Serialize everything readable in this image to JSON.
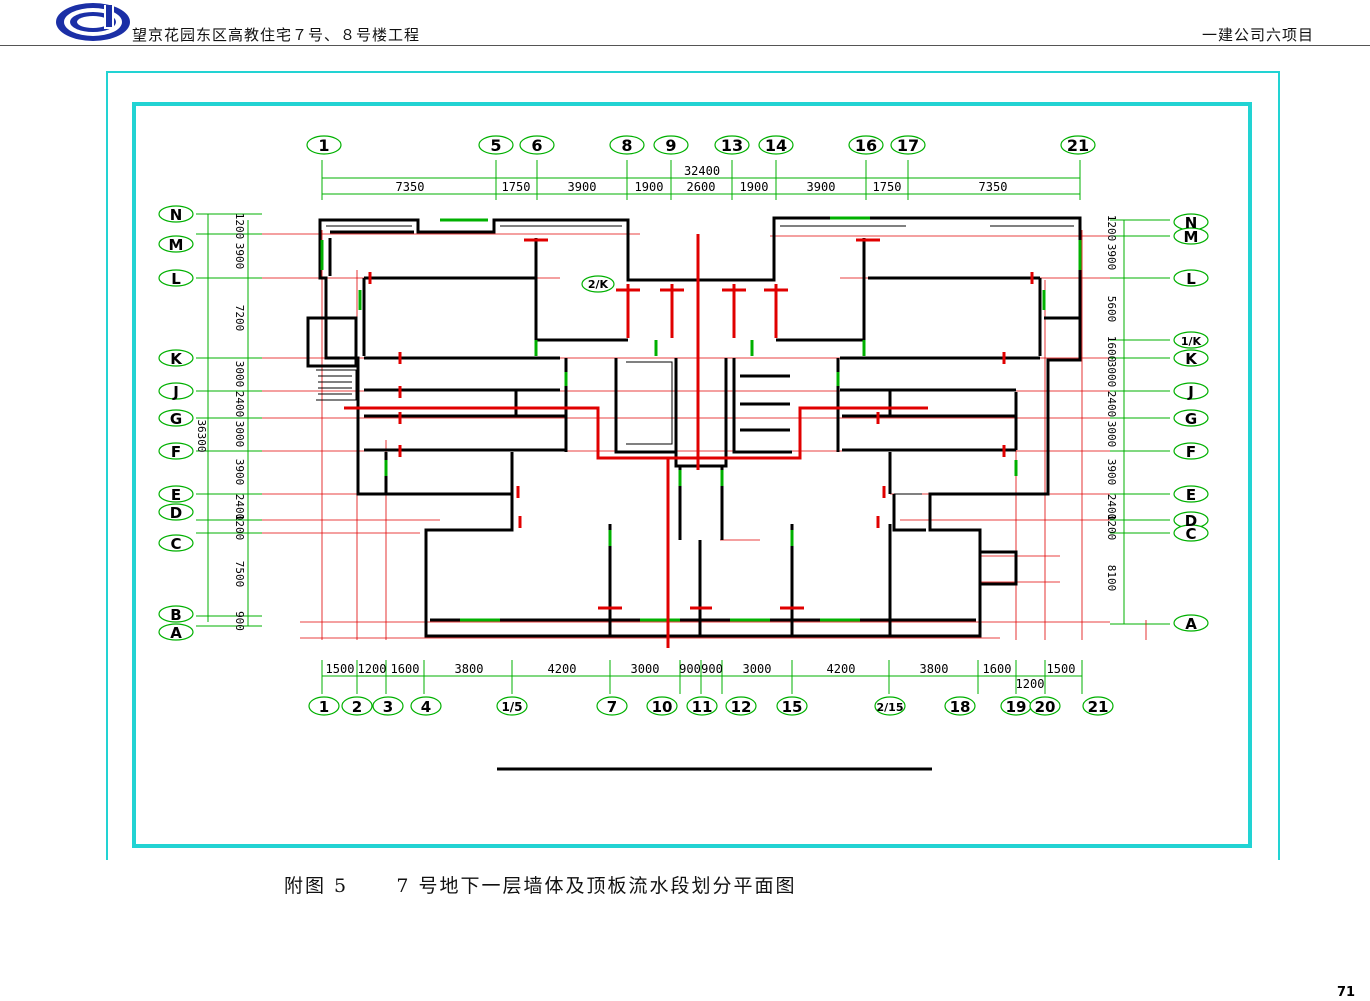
{
  "header": {
    "project_title": "望京花园东区高教住宅７号、８号楼工程",
    "company": "一建公司六项目"
  },
  "colors": {
    "frame": "#22d3d3",
    "wall": "#000000",
    "red": "#e00000",
    "green": "#00b000",
    "logo": "#1b2fa6"
  },
  "drawing": {
    "top_axes": [
      "1",
      "5",
      "6",
      "8",
      "9",
      "13",
      "14",
      "16",
      "17",
      "21"
    ],
    "top_total": "32400",
    "top_dims": [
      "7350",
      "1750",
      "3900",
      "1900",
      "2600",
      "1900",
      "3900",
      "1750",
      "7350"
    ],
    "bottom_axes": [
      "1",
      "2",
      "3",
      "4",
      "1/5",
      "7",
      "10",
      "11",
      "12",
      "15",
      "2/15",
      "18",
      "19",
      "20",
      "21"
    ],
    "bottom_dims": [
      "1500",
      "1200",
      "1600",
      "3800",
      "4200",
      "3000",
      "900",
      "900",
      "3000",
      "4200",
      "3800",
      "1600",
      "1500"
    ],
    "bottom_dim_extra": "1200",
    "left_axes": [
      "N",
      "M",
      "L",
      "K",
      "J",
      "G",
      "F",
      "E",
      "D",
      "C",
      "B",
      "A"
    ],
    "left_dims": [
      "1200",
      "3900",
      "7200",
      "3000",
      "2400",
      "3000",
      "3900",
      "2400",
      "1200",
      "7500",
      "900"
    ],
    "left_total": "36300",
    "right_axes": [
      "N",
      "M",
      "L",
      "1/K",
      "K",
      "J",
      "G",
      "F",
      "E",
      "D",
      "C",
      "A"
    ],
    "right_dims": [
      "1200",
      "3900",
      "5600",
      "1600",
      "3000",
      "2400",
      "3000",
      "3900",
      "2400",
      "1200",
      "8100"
    ],
    "inner_tag": "2/K"
  },
  "caption": "附图 5      7 号地下一层墙体及顶板流水段划分平面图",
  "page_number": "71"
}
